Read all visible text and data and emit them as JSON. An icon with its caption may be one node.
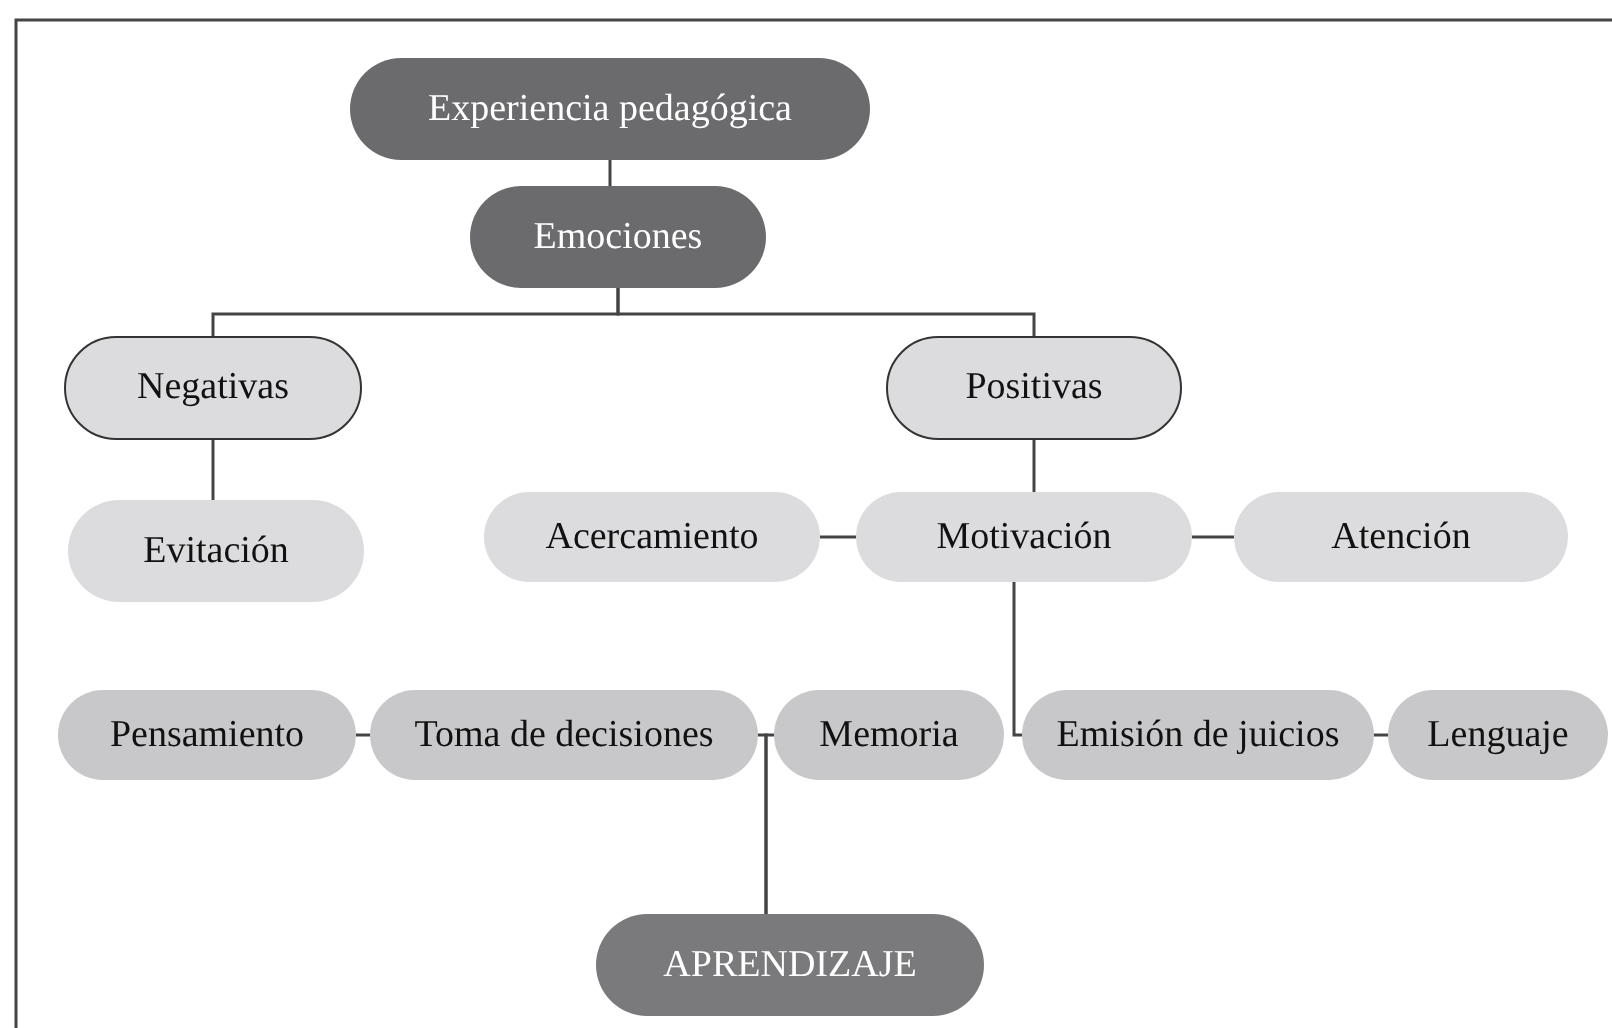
{
  "diagram": {
    "nodes": [
      {
        "text": [
          "Experiencia pedagógica"
        ]
      },
      {
        "text": [
          "Emociones"
        ]
      },
      {
        "text": [
          "Negativas"
        ]
      },
      {
        "text": [
          "Positivas"
        ]
      },
      {
        "text": [
          "Evitación"
        ]
      },
      {
        "text": [
          "Acercamiento"
        ]
      },
      {
        "text": [
          "Motivación"
        ]
      },
      {
        "text": [
          "Atención"
        ]
      },
      {
        "text": [
          "Pensamiento"
        ]
      },
      {
        "text": [
          "Toma de decisiones"
        ]
      },
      {
        "text": [
          "Memoria"
        ]
      },
      {
        "text": [
          "Emisión de juicios"
        ]
      },
      {
        "text": [
          "Lenguaje"
        ]
      },
      {
        "text": [
          "APRENDIZAJE"
        ]
      }
    ],
    "edges": [
      {
        "from": 0,
        "to": 1,
        "arrow": "none"
      },
      {
        "from": 1,
        "to": 2,
        "arrow": "none"
      },
      {
        "from": 1,
        "to": 3,
        "arrow": "none"
      },
      {
        "from": 2,
        "to": 4,
        "arrow": "none"
      },
      {
        "from": 3,
        "to": 6,
        "arrow": "none"
      },
      {
        "from": 6,
        "to": 5,
        "arrow": "none"
      },
      {
        "from": 6,
        "to": 7,
        "arrow": "none"
      },
      {
        "from": 6,
        "to": 11,
        "arrow": "none"
      },
      {
        "from": 8,
        "to": 9,
        "arrow": "none"
      },
      {
        "from": 9,
        "to": 13,
        "arrow": "none"
      },
      {
        "from": 10,
        "to": 13,
        "arrow": "none"
      },
      {
        "from": 11,
        "to": 12,
        "arrow": "none"
      }
    ]
  }
}
